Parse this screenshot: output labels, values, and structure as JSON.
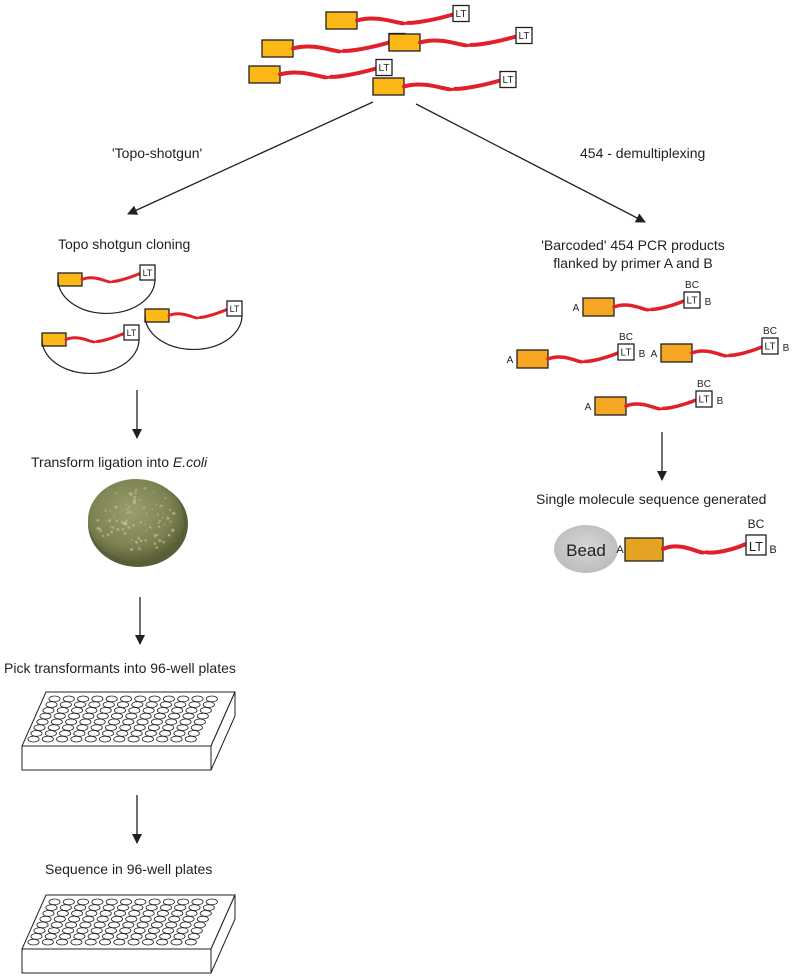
{
  "labels": {
    "branch_left": "'Topo-shotgun'",
    "branch_right": "454 - demultiplexing",
    "topo_cloning": "Topo shotgun cloning",
    "transform_prefix": "Transform ligation into ",
    "transform_organism": "E.coli",
    "pick_transformants": "Pick transformants into 96-well plates",
    "sequence_plates": "Sequence in 96-well plates",
    "barcoded_line1": "'Barcoded' 454 PCR products",
    "barcoded_line2": "flanked by primer A and B",
    "single_molecule": "Single molecule sequence generated"
  },
  "construct": {
    "tag": "LT",
    "barcode": "BC",
    "primer_a": "A",
    "primer_b": "B",
    "bead": "Bead"
  },
  "colors": {
    "insert_fill_top": "#fbb817",
    "insert_fill_branch": "#f5a623",
    "bead_insert_fill": "#e3a323",
    "linker": "#e2202a",
    "bead": "#c8c9cb",
    "plate_stroke": "#231f20",
    "dish": "#7d8252"
  }
}
